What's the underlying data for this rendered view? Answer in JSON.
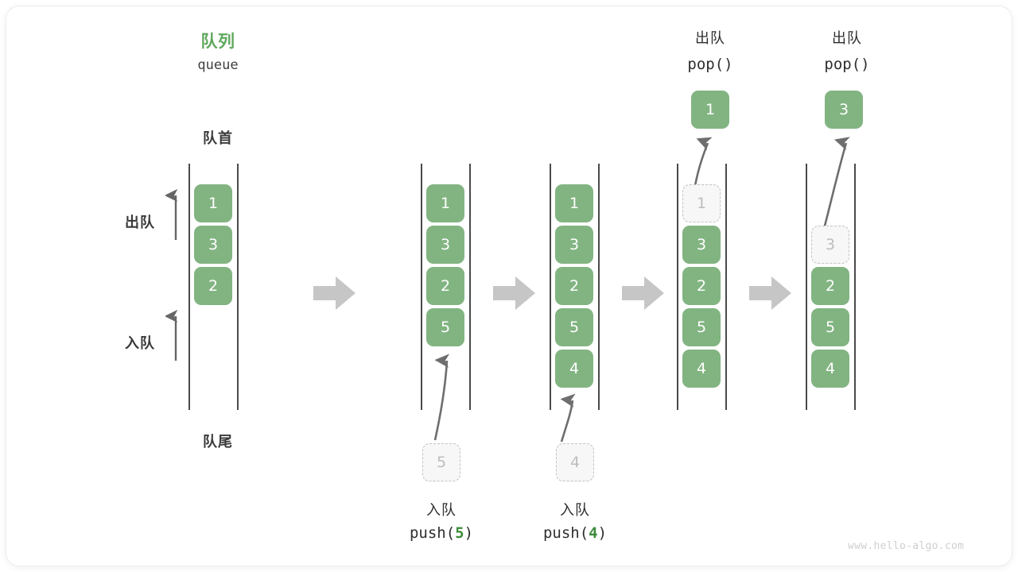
{
  "diagram": {
    "title_cn": "队列",
    "title_en": "queue",
    "front_label": "队首",
    "rear_label": "队尾",
    "dequeue_label": "出队",
    "enqueue_label": "入队",
    "accent_green": "#5FA85C",
    "element_green": "#82B482",
    "ghost_gray": "#bdbdbd",
    "arrow_gray": "#c6c6c6",
    "watermark": "www.hello-algo.com"
  },
  "steps": [
    {
      "id": "step-initial",
      "elements": [
        "1",
        "3",
        "2"
      ],
      "ghost_index": -1,
      "op_cn": "",
      "op_code": "",
      "incoming": null,
      "popped": null
    },
    {
      "id": "step-push-5",
      "elements": [
        "1",
        "3",
        "2",
        "5"
      ],
      "ghost_index": -1,
      "op_cn": "入队",
      "op_code_prefix": "push(",
      "op_code_value": "5",
      "op_code_suffix": ")",
      "incoming": "5",
      "popped": null
    },
    {
      "id": "step-push-4",
      "elements": [
        "1",
        "3",
        "2",
        "5",
        "4"
      ],
      "ghost_index": -1,
      "op_cn": "入队",
      "op_code_prefix": "push(",
      "op_code_value": "4",
      "op_code_suffix": ")",
      "incoming": "4",
      "popped": null
    },
    {
      "id": "step-pop-1",
      "elements": [
        "1",
        "3",
        "2",
        "5",
        "4"
      ],
      "ghost_index": 0,
      "op_cn": "出队",
      "op_code_prefix": "pop(",
      "op_code_value": "",
      "op_code_suffix": ")",
      "incoming": null,
      "popped": "1"
    },
    {
      "id": "step-pop-3",
      "elements": [
        "3",
        "2",
        "5",
        "4"
      ],
      "ghost_index": 0,
      "op_cn": "出队",
      "op_code_prefix": "pop(",
      "op_code_value": "",
      "op_code_suffix": ")",
      "incoming": null,
      "popped": "3"
    }
  ],
  "col1": {
    "b0": "1",
    "b1": "3",
    "b2": "2"
  },
  "col2": {
    "b0": "1",
    "b1": "3",
    "b2": "2",
    "b3": "5",
    "incoming": "5",
    "op_cn": "入队",
    "code_a": "push(",
    "code_v": "5",
    "code_b": ")"
  },
  "col3": {
    "b0": "1",
    "b1": "3",
    "b2": "2",
    "b3": "5",
    "b4": "4",
    "incoming": "4",
    "op_cn": "入队",
    "code_a": "push(",
    "code_v": "4",
    "code_b": ")"
  },
  "col4": {
    "b0": "1",
    "b1": "3",
    "b2": "2",
    "b3": "5",
    "b4": "4",
    "popped": "1",
    "op_cn": "出队",
    "code_a": "pop(",
    "code_v": "",
    "code_b": ")"
  },
  "col5": {
    "b0": "3",
    "b1": "2",
    "b2": "5",
    "b3": "4",
    "popped": "3",
    "op_cn": "出队",
    "code_a": "pop(",
    "code_v": "",
    "code_b": ")"
  }
}
